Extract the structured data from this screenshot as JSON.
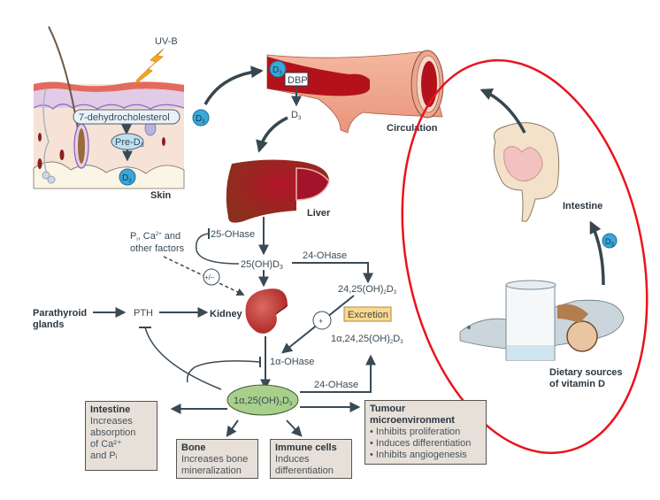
{
  "skin": {
    "label": "Skin",
    "uvb": "UV-B",
    "precursor": "7-dehydrocholesterol",
    "pre_d3": "Pre-D",
    "d3": "D",
    "sub3": "3"
  },
  "circulation": {
    "label": "Circulation",
    "dbp": "DBP",
    "d3": "D",
    "sub3": "3"
  },
  "liver": {
    "label": "Liver",
    "enzyme_25": "25-OHase",
    "product_25": "25(OH)D",
    "sub3": "3"
  },
  "regulators": {
    "factors_line1": "P",
    "factors_sub_i": "i",
    "factors_ca": ", Ca",
    "factors_sup": "2+",
    "factors_and": " and",
    "factors_line2": "other factors",
    "plus_minus": "+/–",
    "plus": "+"
  },
  "kidney": {
    "label": "Kidney",
    "parathyroid_line1": "Parathyroid",
    "parathyroid_line2": "glands",
    "pth": "PTH",
    "enzyme_1a": "1α-OHase",
    "enzyme_24_top": "24-OHase",
    "enzyme_24_bottom": "24-OHase"
  },
  "metabolites": {
    "m2425": "24,25(OH)",
    "m2425_sub2": "2",
    "m2425_d": "D",
    "m2425_sub3": "3",
    "excretion": "Excretion",
    "m12425": "1α,24,25(OH)",
    "active": "1α,25(OH)",
    "active_sub2": "2",
    "active_d": "D",
    "active_sub3": "3"
  },
  "intestine_region": {
    "label": "Intestine",
    "diet_line1": "Dietary sources",
    "diet_line2": "of vitamin D",
    "d3": "D",
    "sub3": "3",
    "highlight_color": "#e8141c"
  },
  "effects": [
    {
      "title": "Intestine",
      "lines": [
        "Increases",
        "absorption",
        "of Ca²⁺",
        "and Pᵢ"
      ]
    },
    {
      "title": "Bone",
      "lines": [
        "Increases bone",
        "mineralization"
      ]
    },
    {
      "title": "Immune cells",
      "lines": [
        "Induces",
        "differentiation"
      ]
    },
    {
      "title": "Tumour microenvironment",
      "title_lines": [
        "Tumour",
        "microenvironment"
      ],
      "lines": [
        "• Inhibits proliferation",
        "• Induces differentiation",
        "• Inhibits angiogenesis"
      ]
    }
  ],
  "colors": {
    "d3_bubble": "#3aa7d8",
    "active_ellipse": "#a9cf8c",
    "excretion_box": "#fbd98c",
    "effect_box": "#e7e0d8",
    "liver": "#8b2a1e",
    "kidney": "#b8302c",
    "arrow": "#3a4a55"
  }
}
